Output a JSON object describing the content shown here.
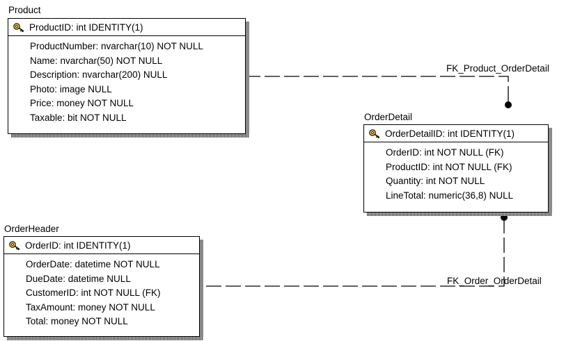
{
  "relationships": [
    {
      "name": "FK_Product_OrderDetail"
    },
    {
      "name": "FK_Order_OrderDetail"
    }
  ],
  "tables": {
    "product": {
      "title": "Product",
      "pk": "ProductID: int IDENTITY(1)",
      "columns": [
        "ProductNumber: nvarchar(10) NOT NULL",
        "Name: nvarchar(50) NOT NULL",
        "Description: nvarchar(200) NULL",
        "Photo: image NULL",
        "Price: money NOT NULL",
        "Taxable: bit NOT NULL"
      ]
    },
    "orderdetail": {
      "title": "OrderDetail",
      "pk": "OrderDetailID: int IDENTITY(1)",
      "columns": [
        "OrderID: int NOT NULL (FK)",
        "ProductID: int NOT NULL (FK)",
        "Quantity: int NOT NULL",
        "LineTotal: numeric(36,8) NULL"
      ]
    },
    "orderheader": {
      "title": "OrderHeader",
      "pk": "OrderID: int IDENTITY(1)",
      "columns": [
        "OrderDate: datetime NOT NULL",
        "DueDate: datetime NULL",
        "CustomerID: int NOT NULL (FK)",
        "TaxAmount: money NOT NULL",
        "Total: money NOT NULL"
      ]
    }
  },
  "icons": {
    "primary_key": "key-icon"
  },
  "colors": {
    "key": "#e0b830",
    "shadow": "#8a8a8a",
    "line": "#000000"
  }
}
